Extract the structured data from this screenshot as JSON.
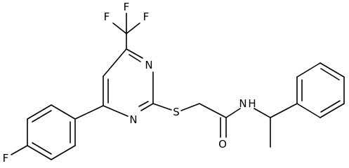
{
  "molecule": {
    "atoms": {
      "f_top_left": "F",
      "f_top_mid": "F",
      "f_top_right": "F",
      "n_ring_upper": "N",
      "n_ring_lower": "N",
      "s_thioether": "S",
      "n_amide": "N",
      "h_amide": "H",
      "o_carbonyl": "O",
      "f_aryl": "F"
    }
  }
}
